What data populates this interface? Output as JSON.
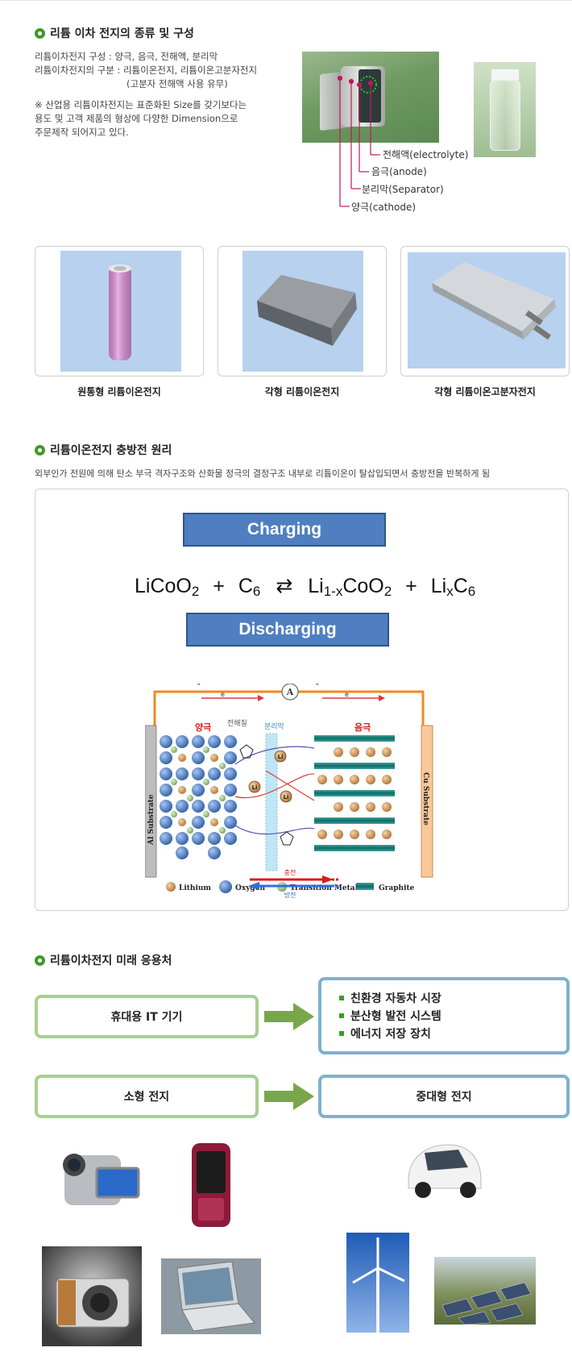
{
  "section1": {
    "title": "리튬 이차 전지의 종류 및 구성",
    "lines": [
      "리튬이차전지 구성 : 양극, 음극, 전해액, 분리막",
      "리튬이차전지의 구분 : 리튬이온전지, 리튬이온고분자전지",
      "(고분자 전해액 사용 유무)"
    ],
    "note_lines": [
      "※ 산업용 리튬이차전지는 표준화된 Size를 갖기보다는",
      "용도 및 고객 제품의 형상에 다양한 Dimension으로",
      "주문제작 되어지고 있다."
    ],
    "labels": [
      "전해액(electrolyte)",
      "음극(anode)",
      "분리막(Separator)",
      "양극(cathode)"
    ]
  },
  "batteries": [
    {
      "caption": "원통형 리튬이온전지",
      "icon": "cylindrical-battery-icon"
    },
    {
      "caption": "각형 리튬이온전지",
      "icon": "prismatic-battery-icon"
    },
    {
      "caption": "각형 리튬이온고분자전지",
      "icon": "pouch-battery-icon"
    }
  ],
  "section2": {
    "title": "리튬이온전지 충방전 원리",
    "description": "외부인가 전원에 의해 탄소 부극 격자구조와 산화물 정극의 결정구조 내부로 리튬이온이 탈삽입되면서 충방전을 반복하게 됨",
    "charging_label": "Charging",
    "discharging_label": "Discharging",
    "formula": {
      "left1": "LiCoO",
      "left1_sub": "2",
      "plus": "+",
      "left2": "C",
      "left2_sub": "6",
      "arrow": "⇄",
      "right1a": "Li",
      "right1_sub": "1-x",
      "right1b": "CoO",
      "right1b_sub": "2",
      "right2a": "Li",
      "right2_sub_a": "x",
      "right2b": "C",
      "right2_sub_b": "6"
    },
    "diagram": {
      "electron": "e",
      "ammeter": "A",
      "cathode": "양극",
      "anode": "음극",
      "electrolyte": "전해질",
      "separator": "분리막",
      "al_substrate": "Al Substrate",
      "cu_substrate": "Cu Substrate",
      "li_ion": "Li",
      "legend": [
        "Lithium",
        "Oxygen",
        "Transition Metal",
        "Graphite"
      ],
      "charge": "충전",
      "discharge": "방전"
    }
  },
  "section3": {
    "title": "리튬이차전지 미래 응용처",
    "portable_it": "휴대용 IT 기기",
    "apps": [
      "친환경 자동차 시장",
      "분산형 발전 시스템",
      "에너지 저장 장치"
    ],
    "small_battery": "소형 전지",
    "large_battery": "중대형 전지"
  },
  "colors": {
    "accent_green": "#3e9a2a",
    "green_border": "#a8d08c",
    "blue_border": "#7fb0d0",
    "charging_box": "#4f7fc1",
    "arrow_green": "#7aa64a"
  }
}
